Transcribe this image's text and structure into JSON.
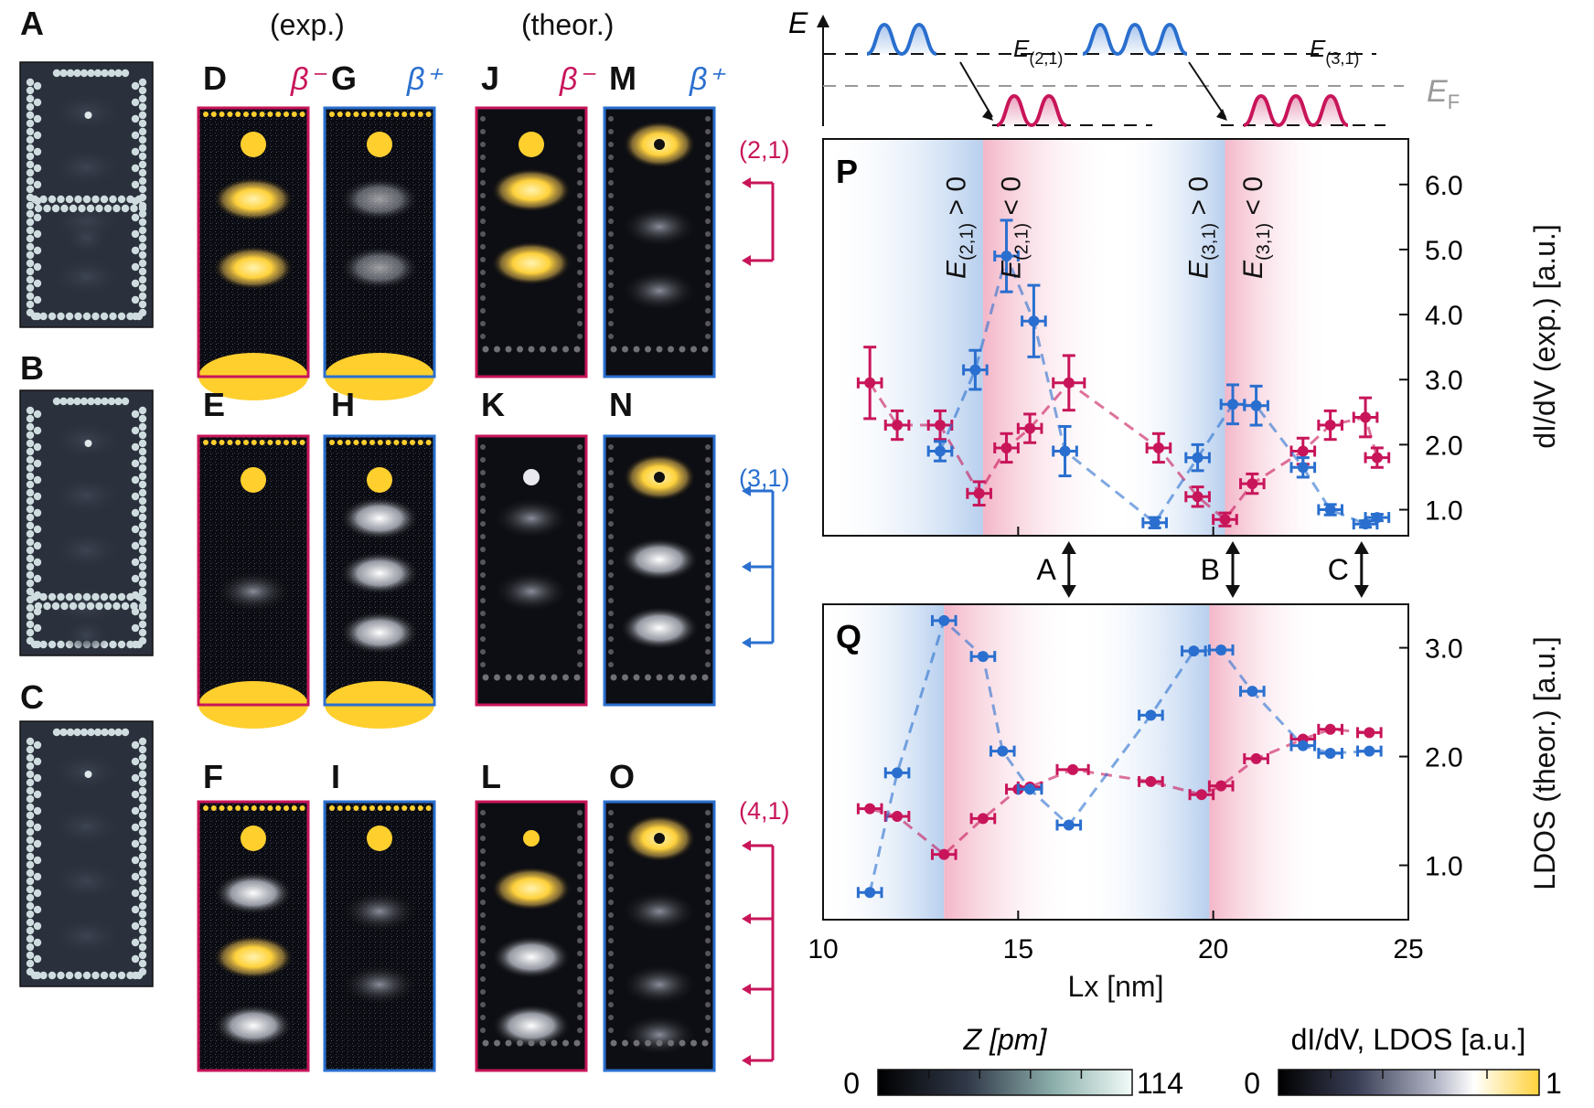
{
  "panels": {
    "A": "A",
    "B": "B",
    "C": "C",
    "D": "D",
    "E": "E",
    "F": "F",
    "G": "G",
    "H": "H",
    "I": "I",
    "J": "J",
    "K": "K",
    "L": "L",
    "M": "M",
    "N": "N",
    "O": "O",
    "P": "P",
    "Q": "Q"
  },
  "headers": {
    "exp": "(exp.)",
    "theor": "(theor.)"
  },
  "beta_minus": "β⁻",
  "beta_plus": "β⁺",
  "modes": {
    "m21": "(2,1)",
    "m31": "(3,1)",
    "m41": "(4,1)"
  },
  "energy_diagram": {
    "axis_label": "E",
    "e21": "E(2,1)",
    "e31": "E(3,1)",
    "ef": "EF"
  },
  "colorbars": {
    "z_label": "Z [pm]",
    "z_min": "0",
    "z_max": "114",
    "ldos_label": "dI/dV, LDOS [a.u.]",
    "ldos_min": "0",
    "ldos_max": "1"
  },
  "colors": {
    "magenta": "#c8155a",
    "blue": "#2a6fcf",
    "ef_gray": "#999999",
    "gold": "#ffd23c"
  },
  "chart_data": [
    {
      "panel": "P",
      "type": "scatter",
      "xlabel": "Lx [nm]",
      "ylabel": "dI/dV (exp.) [a.u.]",
      "xlim": [
        10,
        25
      ],
      "ylim": [
        0.6,
        6.7
      ],
      "yticks": [
        "1.0",
        "2.0",
        "3.0",
        "4.0",
        "5.0",
        "6.0"
      ],
      "annotations": [
        "E(2,1) > 0",
        "E(2,1) < 0",
        "E(3,1) > 0",
        "E(3,1) < 0"
      ],
      "regions": [
        {
          "x0": 10,
          "x1": 14.1,
          "sign": "positive",
          "label": "E(2,1) > 0"
        },
        {
          "x0": 14.1,
          "x1": 17.5,
          "sign": "negative",
          "label": "E(2,1) < 0"
        },
        {
          "x0": 17.5,
          "x1": 20.3,
          "sign": "positive",
          "label": "E(3,1) > 0"
        },
        {
          "x0": 20.3,
          "x1": 23.0,
          "sign": "negative",
          "label": "E(3,1) < 0"
        }
      ],
      "series": [
        {
          "color": "magenta",
          "points": [
            {
              "x": 11.2,
              "y": 2.95,
              "ye": 0.55,
              "xe": 0.3
            },
            {
              "x": 11.9,
              "y": 2.3,
              "ye": 0.22,
              "xe": 0.3
            },
            {
              "x": 13.0,
              "y": 2.3,
              "ye": 0.22,
              "xe": 0.3
            },
            {
              "x": 14.0,
              "y": 1.25,
              "ye": 0.18,
              "xe": 0.3
            },
            {
              "x": 14.7,
              "y": 1.95,
              "ye": 0.22,
              "xe": 0.3
            },
            {
              "x": 15.3,
              "y": 2.25,
              "ye": 0.22,
              "xe": 0.3
            },
            {
              "x": 16.3,
              "y": 2.95,
              "ye": 0.42,
              "xe": 0.4
            },
            {
              "x": 18.6,
              "y": 1.95,
              "ye": 0.22,
              "xe": 0.3
            },
            {
              "x": 19.6,
              "y": 1.2,
              "ye": 0.15,
              "xe": 0.3
            },
            {
              "x": 20.3,
              "y": 0.85,
              "ye": 0.1,
              "xe": 0.3
            },
            {
              "x": 21.0,
              "y": 1.4,
              "ye": 0.15,
              "xe": 0.3
            },
            {
              "x": 22.3,
              "y": 1.9,
              "ye": 0.2,
              "xe": 0.3
            },
            {
              "x": 23.0,
              "y": 2.3,
              "ye": 0.22,
              "xe": 0.3
            },
            {
              "x": 23.9,
              "y": 2.42,
              "ye": 0.3,
              "xe": 0.3
            },
            {
              "x": 24.2,
              "y": 1.8,
              "ye": 0.15,
              "xe": 0.3
            }
          ]
        },
        {
          "color": "blue",
          "points": [
            {
              "x": 13.0,
              "y": 1.9,
              "ye": 0.15,
              "xe": 0.3
            },
            {
              "x": 13.9,
              "y": 3.15,
              "ye": 0.3,
              "xe": 0.3
            },
            {
              "x": 14.7,
              "y": 4.9,
              "ye": 0.55,
              "xe": 0.3
            },
            {
              "x": 15.4,
              "y": 3.9,
              "ye": 0.55,
              "xe": 0.3
            },
            {
              "x": 16.2,
              "y": 1.9,
              "ye": 0.38,
              "xe": 0.3
            },
            {
              "x": 18.5,
              "y": 0.8,
              "ye": 0.08,
              "xe": 0.3
            },
            {
              "x": 19.6,
              "y": 1.8,
              "ye": 0.2,
              "xe": 0.3
            },
            {
              "x": 20.5,
              "y": 2.62,
              "ye": 0.3,
              "xe": 0.3
            },
            {
              "x": 21.1,
              "y": 2.6,
              "ye": 0.3,
              "xe": 0.3
            },
            {
              "x": 22.3,
              "y": 1.65,
              "ye": 0.15,
              "xe": 0.3
            },
            {
              "x": 23.0,
              "y": 1.0,
              "ye": 0.08,
              "xe": 0.3
            },
            {
              "x": 23.9,
              "y": 0.78,
              "ye": 0.05,
              "xe": 0.3
            },
            {
              "x": 24.2,
              "y": 0.88,
              "ye": 0.05,
              "xe": 0.3
            }
          ]
        }
      ]
    },
    {
      "panel": "Q",
      "type": "scatter",
      "xlabel": "Lx [nm]",
      "ylabel": "LDOS (theor.) [a.u.]",
      "xlim": [
        10,
        25
      ],
      "ylim": [
        0.5,
        3.4
      ],
      "xticks": [
        "10",
        "15",
        "20",
        "25"
      ],
      "yticks": [
        "1.0",
        "2.0",
        "3.0"
      ],
      "regions": [
        {
          "x0": 10,
          "x1": 13.1,
          "sign": "positive"
        },
        {
          "x0": 13.1,
          "x1": 16.5,
          "sign": "negative"
        },
        {
          "x0": 16.5,
          "x1": 19.9,
          "sign": "positive"
        },
        {
          "x0": 19.9,
          "x1": 22.8,
          "sign": "negative"
        }
      ],
      "series": [
        {
          "color": "magenta",
          "points": [
            {
              "x": 11.2,
              "y": 1.52,
              "xe": 0.3
            },
            {
              "x": 11.9,
              "y": 1.45,
              "xe": 0.3
            },
            {
              "x": 13.1,
              "y": 1.1,
              "xe": 0.3
            },
            {
              "x": 14.1,
              "y": 1.43,
              "xe": 0.3
            },
            {
              "x": 15.0,
              "y": 1.7,
              "xe": 0.3
            },
            {
              "x": 15.3,
              "y": 1.72,
              "xe": 0.3
            },
            {
              "x": 16.4,
              "y": 1.88,
              "xe": 0.4
            },
            {
              "x": 18.4,
              "y": 1.77,
              "xe": 0.3
            },
            {
              "x": 19.7,
              "y": 1.65,
              "xe": 0.3
            },
            {
              "x": 20.2,
              "y": 1.73,
              "xe": 0.3
            },
            {
              "x": 21.1,
              "y": 1.98,
              "xe": 0.3
            },
            {
              "x": 22.3,
              "y": 2.16,
              "xe": 0.3
            },
            {
              "x": 23.0,
              "y": 2.25,
              "xe": 0.3
            },
            {
              "x": 24.0,
              "y": 2.22,
              "xe": 0.3
            }
          ]
        },
        {
          "color": "blue",
          "points": [
            {
              "x": 11.2,
              "y": 0.75,
              "xe": 0.3
            },
            {
              "x": 11.9,
              "y": 1.85,
              "xe": 0.3
            },
            {
              "x": 13.1,
              "y": 3.25,
              "xe": 0.3
            },
            {
              "x": 14.1,
              "y": 2.92,
              "xe": 0.3
            },
            {
              "x": 14.6,
              "y": 2.05,
              "xe": 0.3
            },
            {
              "x": 15.3,
              "y": 1.7,
              "xe": 0.3
            },
            {
              "x": 16.3,
              "y": 1.37,
              "xe": 0.3
            },
            {
              "x": 18.4,
              "y": 2.38,
              "xe": 0.3
            },
            {
              "x": 19.5,
              "y": 2.97,
              "xe": 0.3
            },
            {
              "x": 20.2,
              "y": 2.98,
              "xe": 0.3
            },
            {
              "x": 21.0,
              "y": 2.6,
              "xe": 0.3
            },
            {
              "x": 22.3,
              "y": 2.1,
              "xe": 0.3
            },
            {
              "x": 23.0,
              "y": 2.03,
              "xe": 0.3
            },
            {
              "x": 24.0,
              "y": 2.05,
              "xe": 0.3
            }
          ]
        }
      ]
    }
  ],
  "markers": [
    {
      "label": "A",
      "x": 16.3
    },
    {
      "label": "B",
      "x": 20.5
    },
    {
      "label": "C",
      "x": 23.8
    }
  ]
}
